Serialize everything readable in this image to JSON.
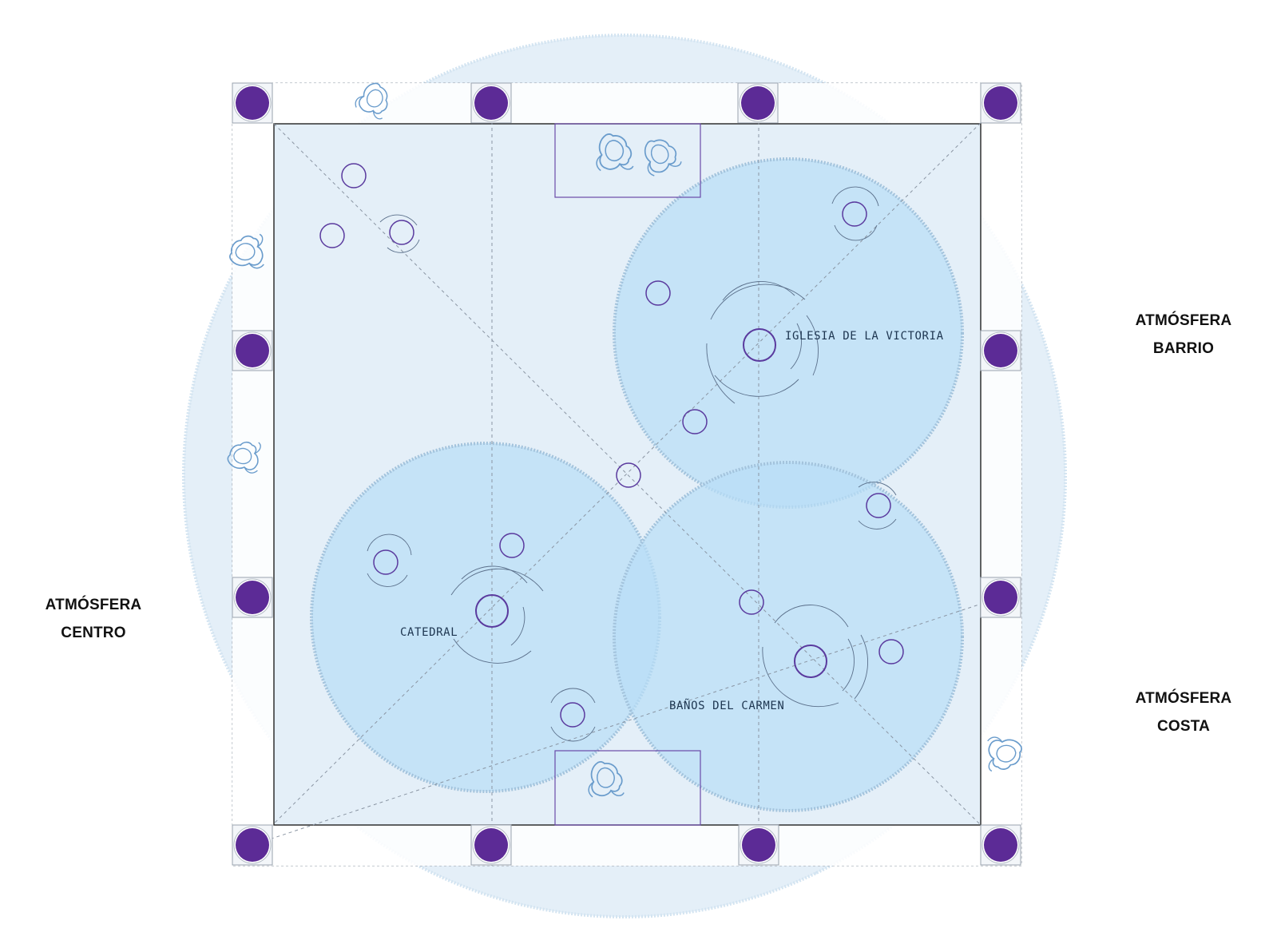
{
  "labels": {
    "atmosfera_centro": [
      "ATMÓSFERA",
      "CENTRO"
    ],
    "atmosfera_barrio": [
      "ATMÓSFERA",
      "BARRIO"
    ],
    "atmosfera_costa": [
      "ATMÓSFERA",
      "COSTA"
    ],
    "iglesia": "IGLESIA DE LA VICTORIA",
    "catedral": "CATEDRAL",
    "banos": "BAÑOS DEL CARMEN"
  },
  "colors": {
    "outer_halo": "#e4eff8",
    "zone_fill": "#b8def6",
    "zone_stroke": "#9fc2dc",
    "speaker": "#5c2b96",
    "node_stroke": "#5a3a9e",
    "frame": "#222222",
    "guide": "#8a95a3",
    "figure": "#6a9ccc"
  },
  "icons": {
    "speaker": "speaker-icon",
    "sound_node": "sound-node-icon",
    "person": "person-figure-icon"
  }
}
